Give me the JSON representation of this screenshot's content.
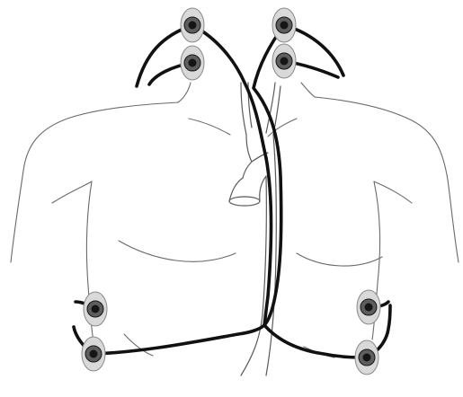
{
  "diagram": {
    "colors": {
      "background": "#ffffff",
      "body_outline": "#6a6a6a",
      "vessel_outline": "#5a5a5a",
      "lead_wire": "#111111",
      "electrode_pad": "#d9d9d9",
      "electrode_pad_edge": "#8a8a8a",
      "electrode_snap_ring": "#5e5e5e",
      "electrode_snap_center": "#151515"
    },
    "electrodes": [
      {
        "name": "neck-upper-right"
      },
      {
        "name": "neck-lower-right"
      },
      {
        "name": "neck-upper-left"
      },
      {
        "name": "neck-lower-left"
      },
      {
        "name": "flank-upper-right"
      },
      {
        "name": "flank-lower-right"
      },
      {
        "name": "flank-upper-left"
      },
      {
        "name": "flank-lower-left"
      }
    ]
  }
}
